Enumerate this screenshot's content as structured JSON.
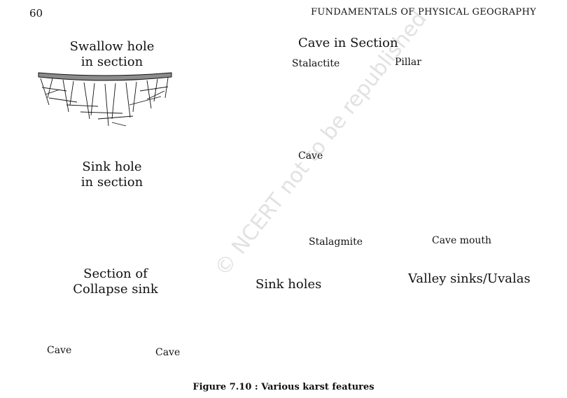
{
  "header": {
    "page_number": "60",
    "running_head": "FUNDAMENTALS OF PHYSICAL GEOGRAPHY"
  },
  "panels": {
    "swallow_hole": {
      "title_line1": "Swallow hole",
      "title_line2": "in section"
    },
    "sink_hole": {
      "title_line1": "Sink hole",
      "title_line2": "in section"
    },
    "collapse_sink": {
      "title_line1": "Section of",
      "title_line2": "Collapse sink",
      "cave_left": "Cave",
      "cave_right": "Cave"
    },
    "cave_section": {
      "title": "Cave in Section",
      "stalactite": "Stalactite",
      "pillar": "Pillar",
      "cave": "Cave",
      "stalagmite": "Stalagmite",
      "cave_mouth": "Cave mouth"
    },
    "sink_holes": {
      "title": "Sink holes"
    },
    "valley_sinks": {
      "title": "Valley sinks/Uvalas"
    }
  },
  "figure": {
    "caption": "Figure 7.10 : Various karst features"
  },
  "watermark": {
    "text": "© NCERT not to be republished"
  }
}
